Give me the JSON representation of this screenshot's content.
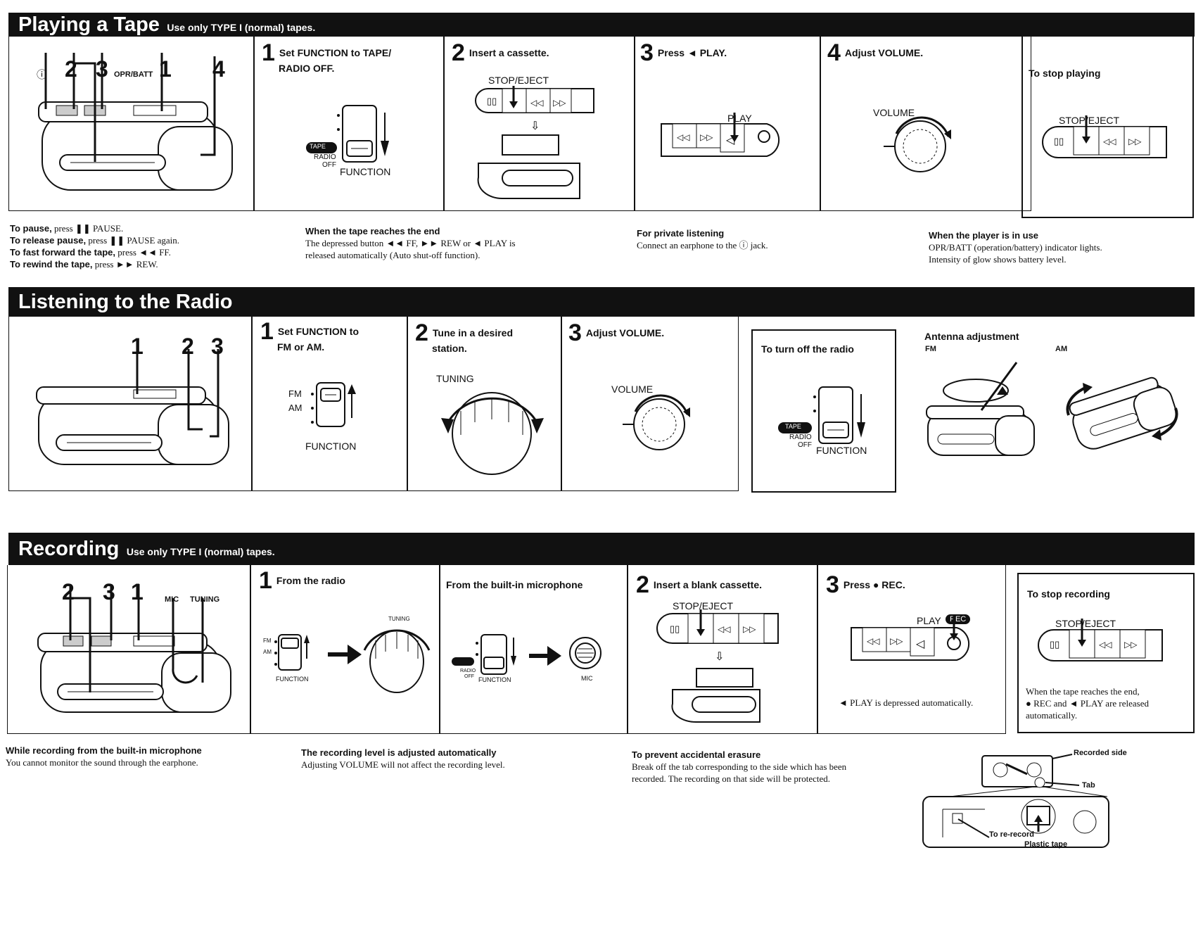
{
  "playing": {
    "title": "Playing a Tape",
    "subtitle": "Use only TYPE I (normal) tapes.",
    "callouts": {
      "n2": "2",
      "n3": "3",
      "opr": "OPR/BATT",
      "n1": "1",
      "n4": "4"
    },
    "step1": {
      "num": "1",
      "line1": "Set FUNCTION to TAPE/",
      "line2": "RADIO OFF."
    },
    "step2": {
      "num": "2",
      "text": "Insert a cassette.",
      "label": "STOP/EJECT"
    },
    "step3": {
      "num": "3",
      "text": "Press ◄ PLAY.",
      "label": "PLAY"
    },
    "step4": {
      "num": "4",
      "text": "Adjust VOLUME.",
      "label": "VOLUME"
    },
    "function_labels": {
      "tape": "TAPE",
      "radio": "RADIO",
      "off": "OFF",
      "function": "FUNCTION"
    },
    "stop": {
      "title": "To stop playing",
      "label": "STOP/EJECT"
    },
    "notes": {
      "pause_b": "To pause,",
      "pause_t": " press ❚❚ PAUSE.",
      "release_b": "To release pause,",
      "release_t": " press ❚❚ PAUSE again.",
      "ff_b": "To fast forward the tape,",
      "ff_t": " press ◄◄ FF.",
      "rew_b": "To rewind the tape,",
      "rew_t": " press ►► REW.",
      "end_title": "When the tape reaches the end",
      "end_l1": "The depressed button ◄◄ FF, ►► REW or ◄ PLAY is",
      "end_l2": "released automatically (Auto shut-off function).",
      "private_title": "For private listening",
      "private_l1": "Connect an earphone to the ⓘ jack.",
      "use_title": "When the player is in use",
      "use_l1": "OPR/BATT (operation/battery) indicator lights.",
      "use_l2": "Intensity of glow shows battery level."
    }
  },
  "radio": {
    "title": "Listening to the Radio",
    "callouts": {
      "n1": "1",
      "n2": "2",
      "n3": "3"
    },
    "step1": {
      "num": "1",
      "line1": "Set FUNCTION to",
      "line2": "FM or AM.",
      "fm": "FM",
      "am": "AM",
      "function": "FUNCTION"
    },
    "step2": {
      "num": "2",
      "line1": "Tune in a desired",
      "line2": "station.",
      "label": "TUNING"
    },
    "step3": {
      "num": "3",
      "text": "Adjust VOLUME.",
      "label": "VOLUME"
    },
    "off": {
      "title": "To turn off the radio",
      "tape": "TAPE",
      "radio": "RADIO",
      "offtxt": "OFF",
      "function": "FUNCTION"
    },
    "antenna": {
      "title": "Antenna adjustment",
      "fm": "FM",
      "am": "AM"
    }
  },
  "recording": {
    "title": "Recording",
    "subtitle": "Use only TYPE I (normal) tapes.",
    "callouts": {
      "n2": "2",
      "n3": "3",
      "n1": "1",
      "mic": "MIC",
      "tuning": "TUNING"
    },
    "step1": {
      "num": "1",
      "text": "From the radio",
      "tuning": "TUNING",
      "fm": "FM",
      "am": "AM",
      "function": "FUNCTION"
    },
    "mic_step": {
      "text": "From the built-in microphone",
      "radio": "RADIO",
      "off": "OFF",
      "function": "FUNCTION",
      "mic": "MIC"
    },
    "step2": {
      "num": "2",
      "text": "Insert a blank cassette.",
      "label": "STOP/EJECT"
    },
    "step3": {
      "num": "3",
      "text": "Press ● REC.",
      "play": "PLAY",
      "rec": "REC",
      "note": "◄ PLAY is depressed automatically."
    },
    "stop": {
      "title": "To stop recording",
      "label": "STOP/EJECT",
      "l1": "When the tape reaches the end,",
      "l2": "● REC and ◄ PLAY are released",
      "l3": "automatically."
    },
    "notes": {
      "mic_title": "While recording from the built-in microphone",
      "mic_l1": "You cannot monitor the sound through the earphone.",
      "level_title": "The recording level is adjusted automatically",
      "level_l1": "Adjusting VOLUME will not affect the recording level.",
      "erase_title": "To prevent accidental erasure",
      "erase_l1": "Break off the tab corresponding to the side which has been",
      "erase_l2": "recorded. The recording on that side will be protected.",
      "recorded_side": "Recorded side",
      "tab": "Tab",
      "rerecord": "To re-record",
      "plastic": "Plastic tape"
    }
  }
}
